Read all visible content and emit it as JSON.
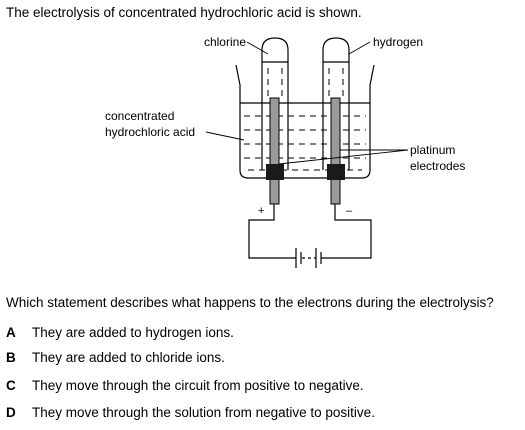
{
  "intro": "The electrolysis of concentrated hydrochloric acid is shown.",
  "diagram": {
    "labels": {
      "chlorine": "chlorine",
      "hydrogen": "hydrogen",
      "acid_line1": "concentrated",
      "acid_line2": "hydrochloric acid",
      "platinum_line1": "platinum",
      "platinum_line2": "electrodes",
      "positive": "+",
      "negative": "–"
    }
  },
  "question": "Which statement describes what happens to the electrons during the electrolysis?",
  "options": [
    {
      "letter": "A",
      "text": "They are added to hydrogen ions."
    },
    {
      "letter": "B",
      "text": "They are added to chloride ions."
    },
    {
      "letter": "C",
      "text": "They move through the circuit from positive to negative."
    },
    {
      "letter": "D",
      "text": "They move through the solution from negative to positive."
    }
  ]
}
